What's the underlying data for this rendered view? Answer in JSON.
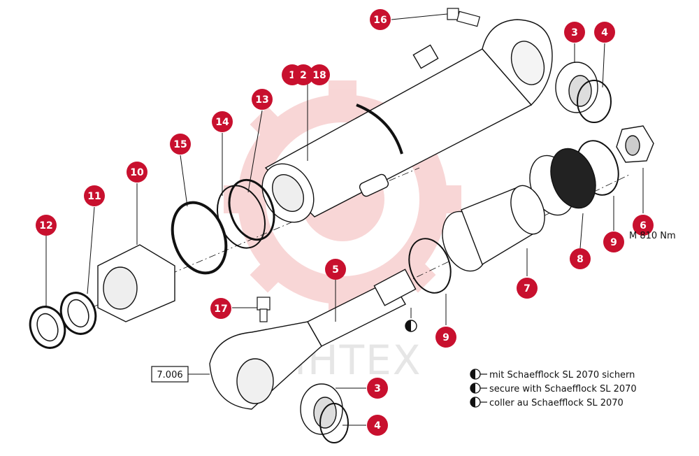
{
  "diagram": {
    "watermark": "MHTEX",
    "reference_box": "7.006",
    "torque_note": "M 810 Nm",
    "colors": {
      "callout": "#c8102e",
      "callout_text": "#ffffff",
      "line": "#111111",
      "watermark_logo": "#f3b6b6"
    },
    "callouts": [
      {
        "id": "1",
        "label": "1"
      },
      {
        "id": "2",
        "label": "2"
      },
      {
        "id": "18",
        "label": "18"
      },
      {
        "id": "16",
        "label": "16"
      },
      {
        "id": "3a",
        "label": "3"
      },
      {
        "id": "4a",
        "label": "4"
      },
      {
        "id": "13",
        "label": "13"
      },
      {
        "id": "14",
        "label": "14"
      },
      {
        "id": "15",
        "label": "15"
      },
      {
        "id": "10",
        "label": "10"
      },
      {
        "id": "11",
        "label": "11"
      },
      {
        "id": "12",
        "label": "12"
      },
      {
        "id": "5",
        "label": "5"
      },
      {
        "id": "17",
        "label": "17"
      },
      {
        "id": "6",
        "label": "6"
      },
      {
        "id": "9a",
        "label": "9"
      },
      {
        "id": "8",
        "label": "8"
      },
      {
        "id": "7",
        "label": "7"
      },
      {
        "id": "9b",
        "label": "9"
      },
      {
        "id": "3b",
        "label": "3"
      },
      {
        "id": "4b",
        "label": "4"
      }
    ],
    "legend": [
      "mit Schaefflock SL 2070 sichern",
      "secure with Schaefflock SL 2070",
      "coller au Schaefflock SL 2070"
    ]
  }
}
